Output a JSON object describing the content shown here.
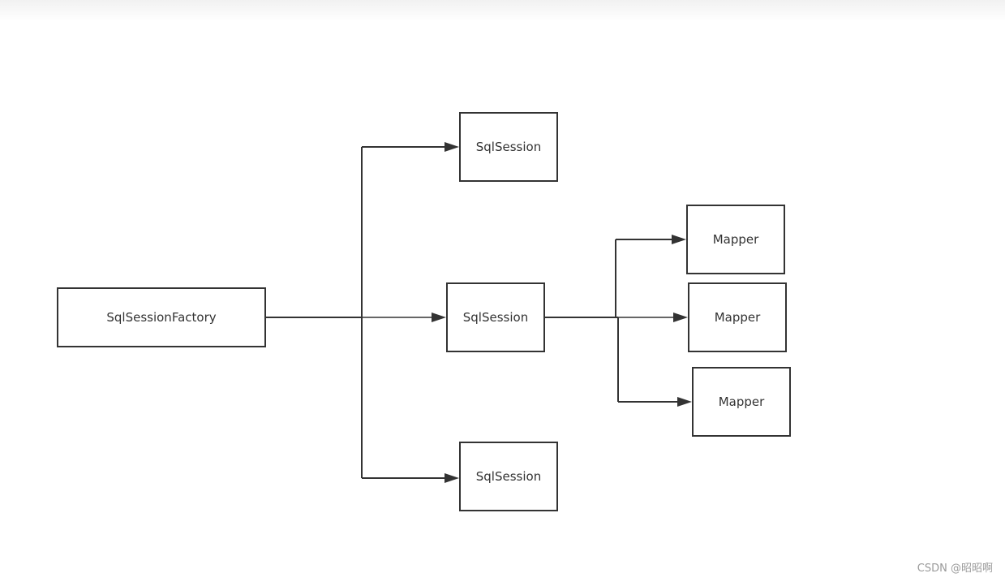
{
  "nodes": {
    "factory": "SqlSessionFactory",
    "session_top": "SqlSession",
    "session_middle": "SqlSession",
    "session_bottom": "SqlSession",
    "mapper_top": "Mapper",
    "mapper_middle": "Mapper",
    "mapper_bottom": "Mapper"
  },
  "edges": [
    {
      "from": "SqlSessionFactory",
      "to": "SqlSession (top)"
    },
    {
      "from": "SqlSessionFactory",
      "to": "SqlSession (middle)"
    },
    {
      "from": "SqlSessionFactory",
      "to": "SqlSession (bottom)"
    },
    {
      "from": "SqlSession (middle)",
      "to": "Mapper (top)"
    },
    {
      "from": "SqlSession (middle)",
      "to": "Mapper (middle)"
    },
    {
      "from": "SqlSession (middle)",
      "to": "Mapper (bottom)"
    }
  ],
  "colors": {
    "stroke": "#333333",
    "background": "#ffffff",
    "watermark": "#9a9a9a"
  },
  "watermark": "CSDN @昭昭啊"
}
